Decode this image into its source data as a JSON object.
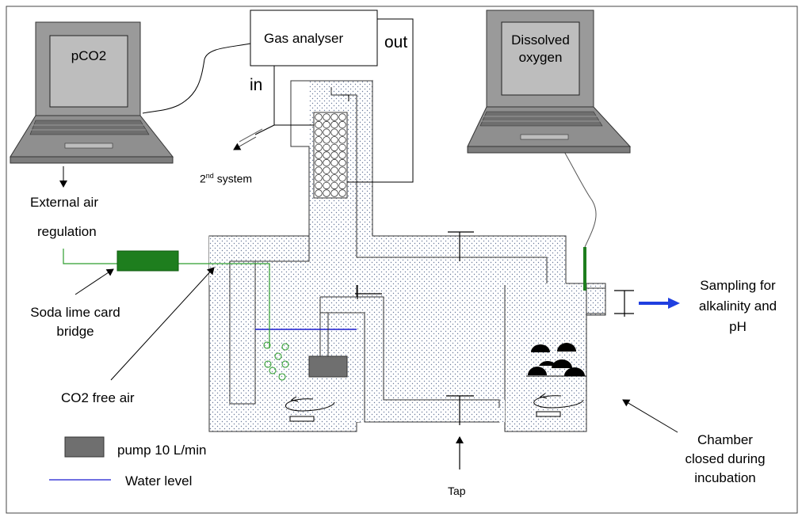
{
  "labels": {
    "gas_analyser": "Gas analyser",
    "out": "out",
    "in": "in",
    "pco2": "pCO2",
    "dissolved_oxygen_line1": "Dissolved",
    "dissolved_oxygen_line2": "oxygen",
    "second_system_sup": "nd",
    "second_system_num": "2",
    "second_system_text": " system",
    "external_air_line1": "External air",
    "external_air_line2": "regulation",
    "soda_lime_line1": "Soda lime card",
    "soda_lime_line2": "bridge",
    "co2_free_air": "CO2 free air",
    "sampling_line1": "Sampling for",
    "sampling_line2": "alkalinity and",
    "sampling_line3": "pH",
    "chamber_line1": "Chamber",
    "chamber_line2": "closed during",
    "chamber_line3": "incubation",
    "tap": "Tap",
    "legend_pump": "pump 10 L/min",
    "legend_water": "Water level"
  },
  "colors": {
    "water_line": "#1a1ad0",
    "soda_lime": "#1e7e1e",
    "air_line": "#2e9e2e",
    "pump": "#6f6f6f",
    "arrow_blue": "#1f3fe0",
    "laptop_dark": "#8a8a8a",
    "laptop_screen": "#bdbdbd"
  }
}
